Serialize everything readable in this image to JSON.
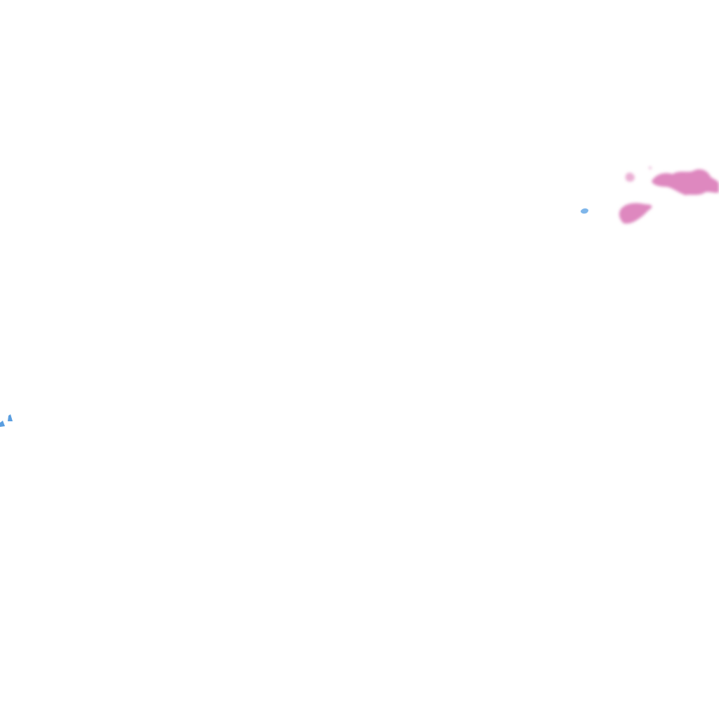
{
  "map": {
    "type": "precipitation-radar-overlay",
    "background_color": "#ffffff",
    "colors": {
      "mixed_precipitation": "#d873b4",
      "mixed_precipitation_light": "#e8a6cf",
      "rain_light": "#7fb6ea",
      "rain_edge": "#5a9ee0"
    },
    "echo_classes": [
      "mixed-precipitation",
      "rain"
    ]
  }
}
